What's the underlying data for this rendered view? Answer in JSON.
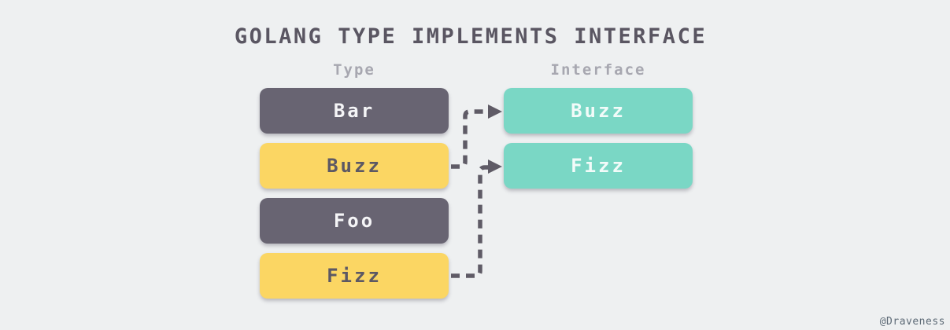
{
  "diagram": {
    "title": "GOLANG TYPE IMPLEMENTS INTERFACE",
    "columns": [
      {
        "label": "Type",
        "items": [
          {
            "label": "Bar",
            "variant": "dark"
          },
          {
            "label": "Buzz",
            "variant": "yellow"
          },
          {
            "label": "Foo",
            "variant": "dark"
          },
          {
            "label": "Fizz",
            "variant": "yellow"
          }
        ]
      },
      {
        "label": "Interface",
        "items": [
          {
            "label": "Buzz",
            "variant": "teal"
          },
          {
            "label": "Fizz",
            "variant": "teal"
          }
        ]
      }
    ],
    "arrows": [
      {
        "from": "Buzz",
        "to": "Buzz"
      },
      {
        "from": "Fizz",
        "to": "Fizz"
      }
    ],
    "colors": {
      "background": "#eef0f1",
      "dark_box": "#686472",
      "yellow_box": "#fbd663",
      "teal_box": "#7ad7c5",
      "arrow": "#5f5b66",
      "title_text": "#5a5662",
      "muted_label": "#a7a7b0"
    }
  },
  "watermark": "@Draveness"
}
